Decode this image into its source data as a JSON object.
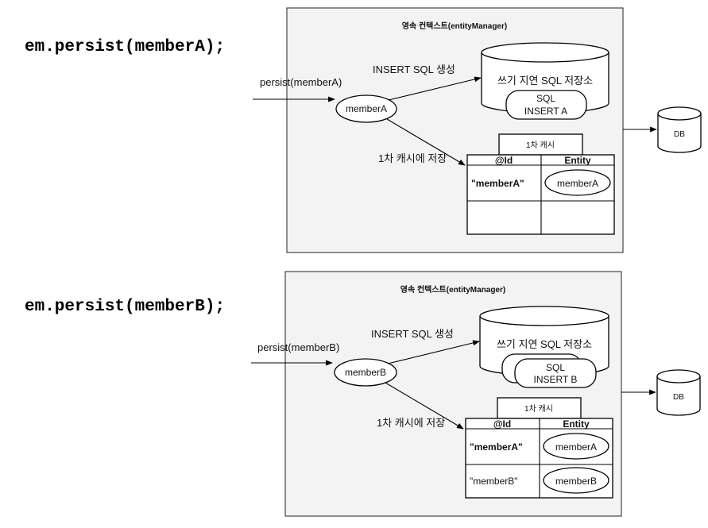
{
  "scene_a": {
    "code": "em.persist(memberA);",
    "context_title": "영속 컨텍스트(entityManager)",
    "persist_label": "persist(memberA)",
    "entity_label": "memberA",
    "insert_label": "INSERT SQL 생성",
    "store_label": "쓰기 지연 SQL 저장소",
    "sql_line1": "SQL",
    "sql_line2": "INSERT A",
    "cache_save_label": "1차 캐시에 저장",
    "cache_title": "1차 캐시",
    "col_id": "@Id",
    "col_entity": "Entity",
    "row1_id": "\"memberA\"",
    "row1_entity": "memberA",
    "db_label": "DB"
  },
  "scene_b": {
    "code": "em.persist(memberB);",
    "context_title": "영속 컨텍스트(entityManager)",
    "persist_label": "persist(memberB)",
    "entity_label": "memberB",
    "insert_label": "INSERT SQL 생성",
    "store_label": "쓰기 지연 SQL 저장소",
    "sql_line1": "SQL",
    "sql_line2": "INSERT B",
    "cache_save_label": "1차 캐시에 저장",
    "cache_title": "1차 캐시",
    "col_id": "@Id",
    "col_entity": "Entity",
    "row1_id": "\"memberA\"",
    "row1_entity": "memberA",
    "row2_id": "\"memberB\"",
    "row2_entity": "memberB",
    "db_label": "DB"
  }
}
